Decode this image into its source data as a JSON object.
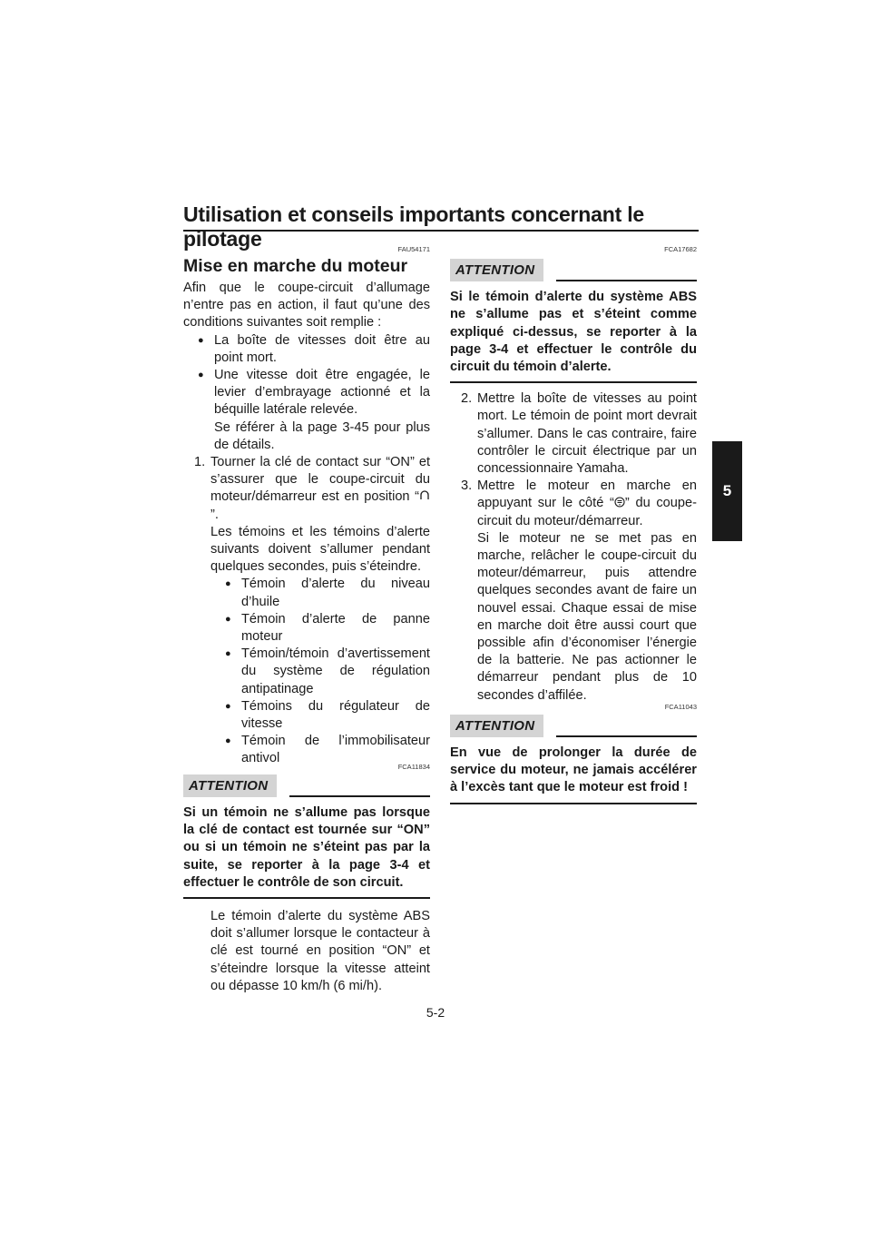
{
  "header": {
    "title": "Utilisation et conseils importants concernant le pilotage"
  },
  "tab": {
    "number": "5"
  },
  "left": {
    "code1": "FAU54171",
    "section_title": "Mise en marche du moteur",
    "intro": "Afin que le coupe-circuit d’allumage n’entre pas en action, il faut qu’une des conditions suivantes soit remplie :",
    "bullets": [
      "La boîte de vitesses doit être au point mort.",
      "Une vitesse doit être engagée, le levier d’embrayage actionné et la béquille latérale relevée."
    ],
    "bullet2_extra": "Se référer à la page 3-45 pour plus de détails.",
    "step1_num": "1.",
    "step1_a": "Tourner la clé de contact sur “ON” et s’assurer que le coupe-circuit du moteur/démarreur est en position “",
    "step1_b": "”.",
    "step1_c": "Les témoins et les témoins d’alerte suivants doivent s’allumer pendant quelques secondes, puis s’éteindre.",
    "sub_bullets": [
      "Témoin d’alerte du niveau d’huile",
      "Témoin d’alerte de panne moteur",
      "Témoin/témoin d’avertissement du système de régulation antipatinage",
      "Témoins du régulateur de vitesse",
      "Témoin de l’immobilisateur antivol"
    ],
    "code2": "FCA11834",
    "attention_label": "ATTENTION",
    "attention_body": "Si un témoin ne s’allume pas lorsque la clé de contact est tournée sur “ON” ou si un témoin ne s’éteint pas par la suite, se reporter à la page 3-4 et effectuer le contrôle de son circuit.",
    "abs_note": "Le témoin d’alerte du système ABS doit s’allumer lorsque le contacteur à clé est tourné en position “ON” et s’éteindre lorsque la vitesse atteint ou dépasse 10 km/h (6 mi/h)."
  },
  "right": {
    "code1": "FCA17682",
    "attention_label": "ATTENTION",
    "attention_body": "Si le témoin d’alerte du système ABS ne s’allume pas et s’éteint comme expliqué ci-dessus, se reporter à la page 3-4 et effectuer le contrôle du circuit du témoin d’alerte.",
    "step2_num": "2.",
    "step2": "Mettre la boîte de vitesses au point mort. Le témoin de point mort devrait s’allumer. Dans le cas contraire, faire contrôler le circuit électrique par un concessionnaire Yamaha.",
    "step3_num": "3.",
    "step3_a": "Mettre le moteur en marche en appuyant sur le côté “",
    "step3_b": "” du coupe-circuit du moteur/démarreur.",
    "step3_c": "Si le moteur ne se met pas en marche, relâcher le coupe-circuit du moteur/démarreur, puis attendre quelques secondes avant de faire un nouvel essai. Chaque essai de mise en marche doit être aussi court que possible afin d’économiser l’énergie de la batterie. Ne pas actionner le démarreur pendant plus de 10 secondes d’affilée.",
    "code2": "FCA11043",
    "attention2_label": "ATTENTION",
    "attention2_body": "En vue de prolonger la durée de service du moteur, ne jamais accélérer à l’excès tant que le moteur est froid !"
  },
  "footer": {
    "page": "5-2"
  }
}
